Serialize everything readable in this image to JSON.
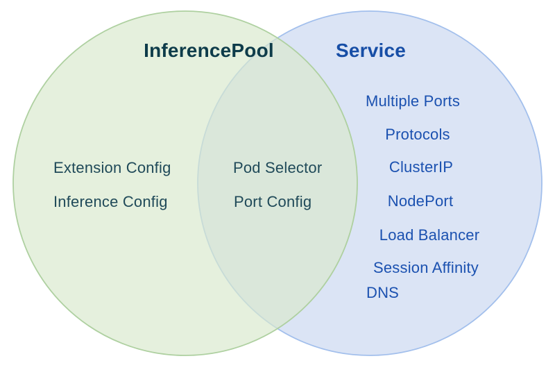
{
  "diagram": {
    "type": "venn",
    "left": {
      "title": "InferencePool",
      "items": [
        "Extension Config",
        "Inference Config"
      ]
    },
    "intersection": {
      "items": [
        "Pod Selector",
        "Port Config"
      ]
    },
    "right": {
      "title": "Service",
      "items": [
        "Multiple Ports",
        "Protocols",
        "ClusterIP",
        "NodePort",
        "Load Balancer",
        "Session Affinity",
        "DNS"
      ]
    },
    "colors": {
      "left_circle_fill": "#e5efdd",
      "left_circle_border": "#aed0a0",
      "right_circle_fill": "#dbe4f5",
      "right_circle_border": "#a2bfec",
      "intersection_fill": "#d9e7da",
      "left_title_text": "#0e3c4a",
      "left_item_text": "#204a59",
      "right_title_text": "#174ea6",
      "right_item_text": "#1b51b0",
      "background": "#ffffff"
    }
  }
}
